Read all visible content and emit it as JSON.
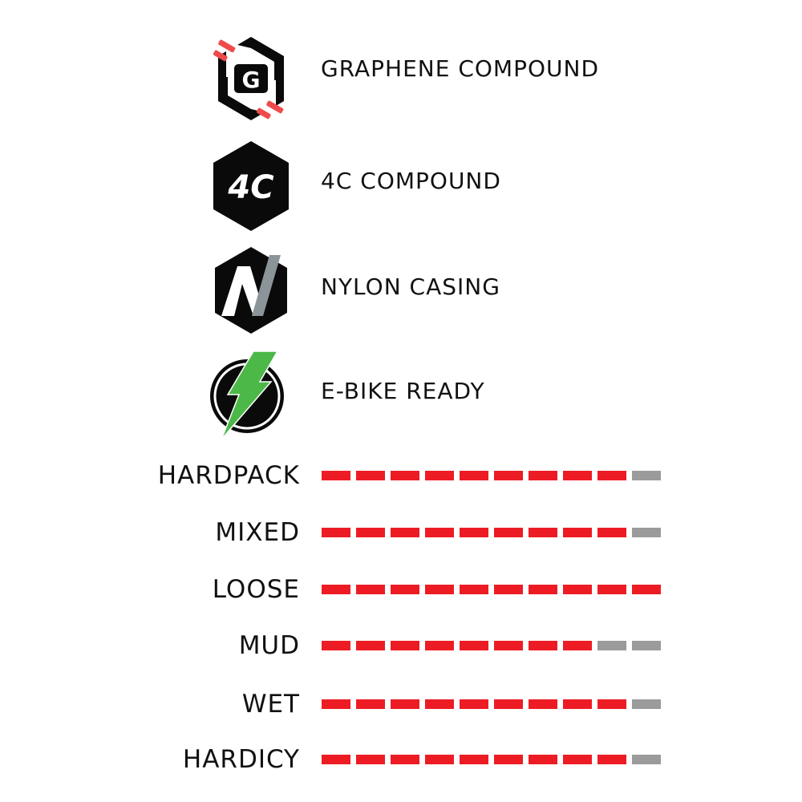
{
  "colors": {
    "accent_red": "#ed1c24",
    "inactive_gray": "#9b9b9b",
    "icon_black": "#0a0a0a",
    "graphene_red": "#ef4b4b",
    "nylon_gray": "#8a9499",
    "ebike_green": "#4cb848"
  },
  "features": [
    {
      "icon": "graphene-hex-icon",
      "label": "GRAPHENE COMPOUND"
    },
    {
      "icon": "4c-hex-icon",
      "label": "4C COMPOUND",
      "glyph": "4C"
    },
    {
      "icon": "nylon-hex-icon",
      "label": "NYLON CASING"
    },
    {
      "icon": "lightning-bolt-icon",
      "label": "E-BIKE READY"
    }
  ],
  "ratings": [
    {
      "label": "HARDPACK",
      "value": 9,
      "max": 10
    },
    {
      "label": "MIXED",
      "value": 9,
      "max": 10
    },
    {
      "label": "LOOSE",
      "value": 10,
      "max": 10
    },
    {
      "label": "MUD",
      "value": 8,
      "max": 10
    },
    {
      "label": "WET",
      "value": 9,
      "max": 10
    },
    {
      "label": "HARDICY",
      "value": 9,
      "max": 10
    }
  ],
  "chart_data": {
    "type": "bar",
    "title": "",
    "xlabel": "",
    "ylabel": "",
    "categories": [
      "HARDPACK",
      "MIXED",
      "LOOSE",
      "MUD",
      "WET",
      "HARDICY"
    ],
    "values": [
      9,
      9,
      10,
      8,
      9,
      9
    ],
    "ylim": [
      0,
      10
    ],
    "orientation": "horizontal",
    "style": "segmented 10-step rating bars (red = filled, gray = empty)",
    "legend": [],
    "annotations": [
      "GRAPHENE COMPOUND",
      "4C COMPOUND",
      "NYLON CASING",
      "E-BIKE READY"
    ],
    "grid": false
  }
}
